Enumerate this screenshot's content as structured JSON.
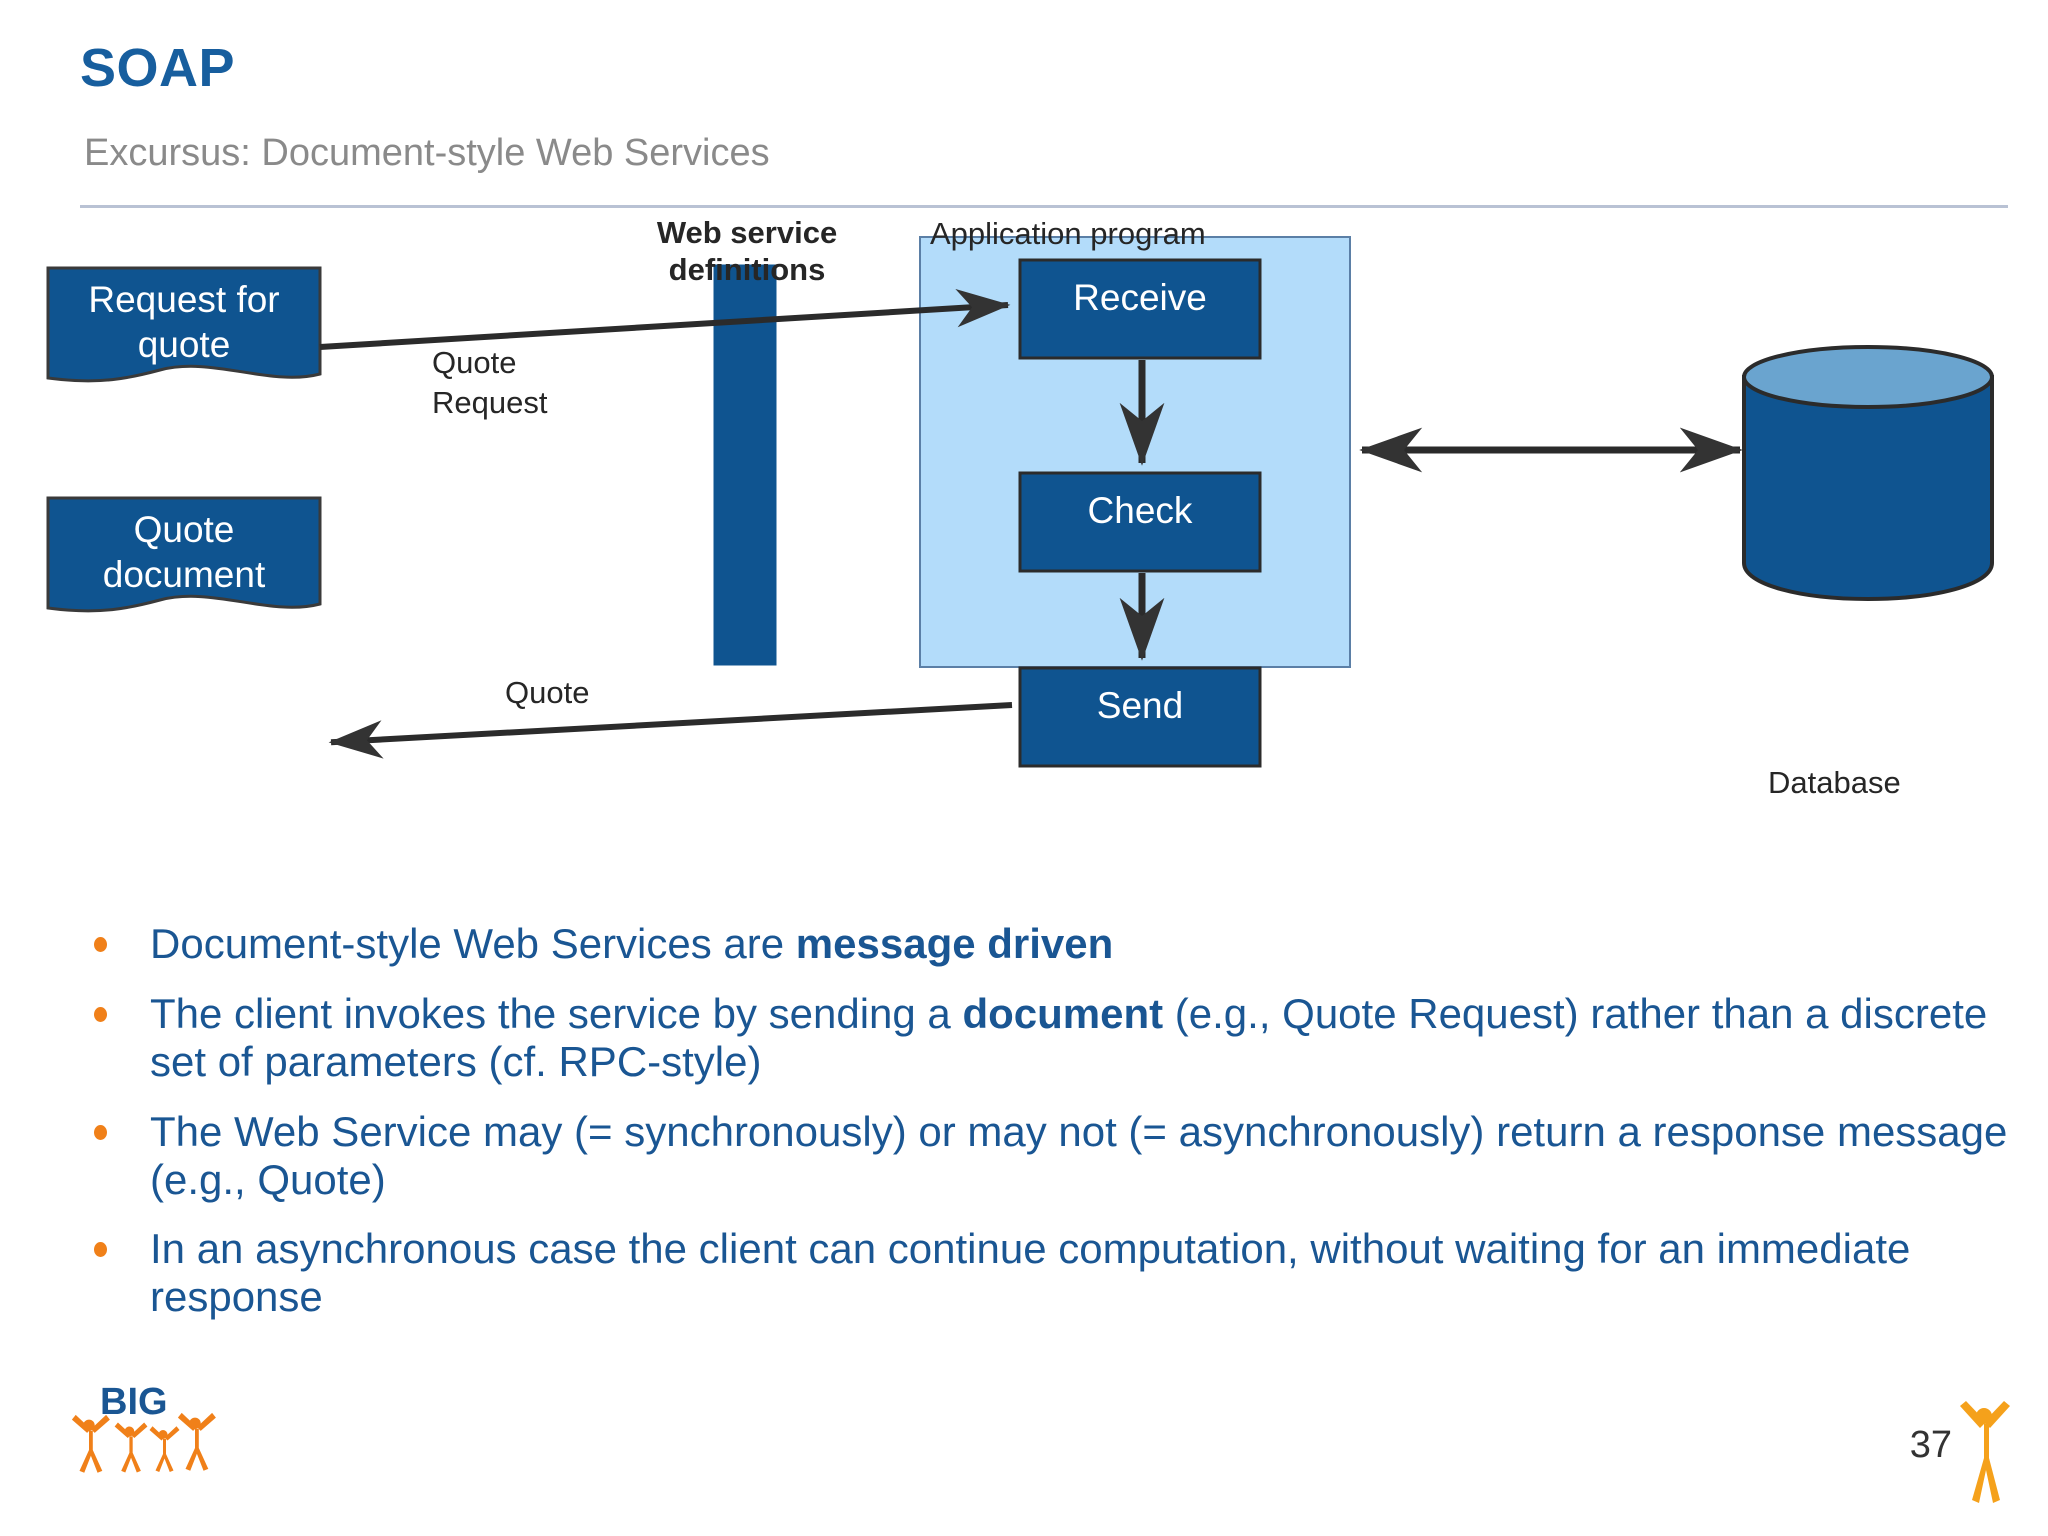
{
  "header": {
    "title": "SOAP",
    "subtitle": "Excursus: Document-style Web Services"
  },
  "diagram": {
    "labels": {
      "web_service_definitions_line1": "Web service",
      "web_service_definitions_line2": "definitions",
      "application_program": "Application program",
      "quote_request_line1": "Quote",
      "quote_request_line2": "Request",
      "quote": "Quote",
      "database": "Database"
    },
    "documents": [
      {
        "line1": "Request for",
        "line2": "quote"
      },
      {
        "line1": "Quote",
        "line2": "document"
      }
    ],
    "process_steps": [
      {
        "label": "Receive"
      },
      {
        "label": "Check"
      },
      {
        "label": "Send"
      }
    ],
    "colors": {
      "dark_blue": "#0f5490",
      "light_blue_panel": "#b3dcfa",
      "cylinder_top": "#6aa4cf",
      "arrow": "#333333"
    }
  },
  "bullets": [
    {
      "parts": [
        {
          "text": "Document-style Web Services are ",
          "bold": false
        },
        {
          "text": "message driven",
          "bold": true
        }
      ]
    },
    {
      "parts": [
        {
          "text": "The client invokes the service by sending a ",
          "bold": false
        },
        {
          "text": "document",
          "bold": true
        },
        {
          "text": " (e.g., Quote Request) rather than a discrete set of parameters (cf. RPC-style)",
          "bold": false
        }
      ]
    },
    {
      "parts": [
        {
          "text": "The Web Service may (= synchronously) or may not (= asynchronously) return a response message (e.g., Quote)",
          "bold": false
        }
      ]
    },
    {
      "parts": [
        {
          "text": "In an asynchronous case the client can continue computation, without waiting for an immediate response",
          "bold": false
        }
      ]
    }
  ],
  "footer": {
    "logo_text": "BIG",
    "page_number": "37",
    "logo_blue": "#1a5693",
    "logo_orange": "#f08019"
  }
}
